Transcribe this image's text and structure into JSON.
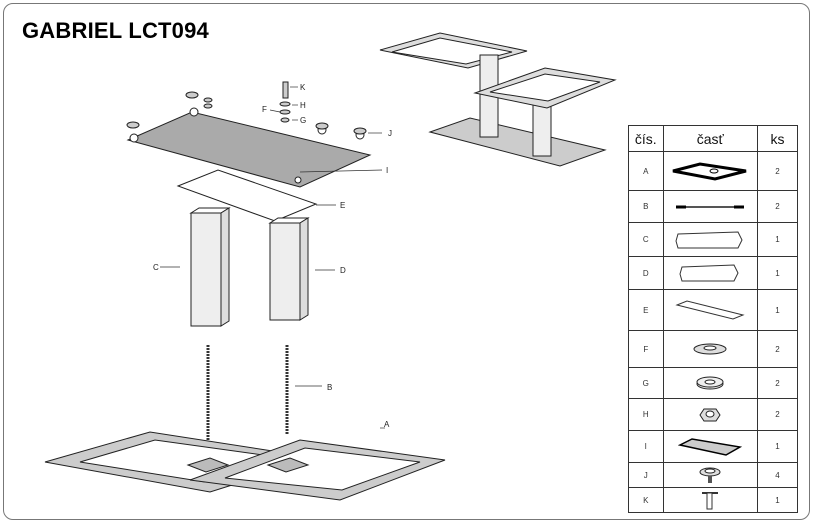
{
  "title": "GABRIEL LCT094",
  "callouts": [
    "K",
    "H",
    "F",
    "G",
    "J",
    "I",
    "E",
    "C",
    "D",
    "B",
    "A"
  ],
  "parts_table": {
    "headers": [
      "čís.",
      "časť",
      "ks"
    ],
    "rows": [
      {
        "id": "A",
        "qty": "2",
        "icon": "frame-base"
      },
      {
        "id": "B",
        "qty": "2",
        "icon": "threaded-rod"
      },
      {
        "id": "C",
        "qty": "1",
        "icon": "leg-long"
      },
      {
        "id": "D",
        "qty": "1",
        "icon": "leg-short"
      },
      {
        "id": "E",
        "qty": "1",
        "icon": "plate"
      },
      {
        "id": "F",
        "qty": "2",
        "icon": "washer"
      },
      {
        "id": "G",
        "qty": "2",
        "icon": "spring-washer"
      },
      {
        "id": "H",
        "qty": "2",
        "icon": "nut"
      },
      {
        "id": "I",
        "qty": "1",
        "icon": "glass-top"
      },
      {
        "id": "J",
        "qty": "4",
        "icon": "glass-pad"
      },
      {
        "id": "K",
        "qty": "1",
        "icon": "key-tool"
      }
    ]
  }
}
